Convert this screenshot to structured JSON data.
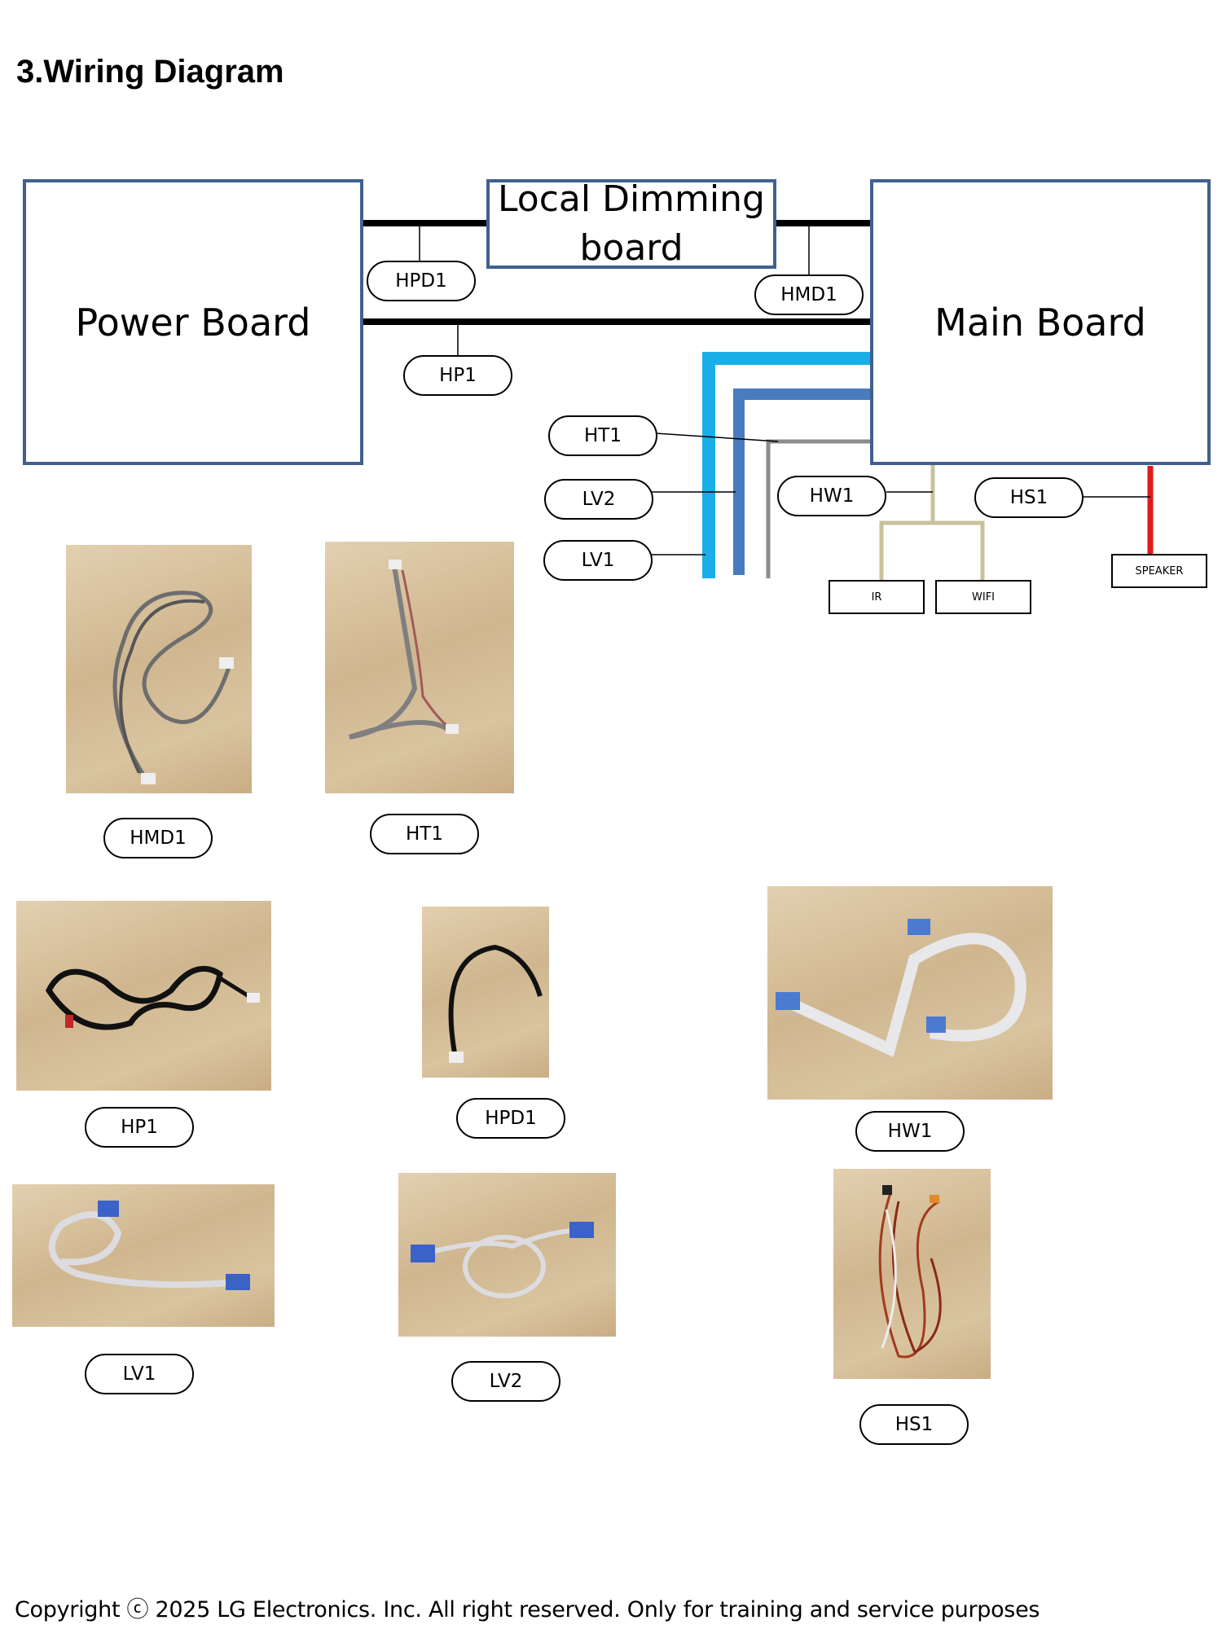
{
  "page_title": "3.Wiring Diagram",
  "boards": {
    "power": "Power Board",
    "local_dimming": "Local Dimming board",
    "main": "Main Board"
  },
  "connectors": {
    "hpd1": "HPD1",
    "hmd1": "HMD1",
    "hp1": "HP1",
    "ht1": "HT1",
    "lv2": "LV2",
    "lv1": "LV1",
    "hw1": "HW1",
    "hs1": "HS1"
  },
  "peripherals": {
    "ir": "IR",
    "wifi": "WIFI",
    "speaker": "SPEAKER"
  },
  "photo_labels": {
    "hmd1": "HMD1",
    "ht1": "HT1",
    "hp1": "HP1",
    "hpd1": "HPD1",
    "hw1": "HW1",
    "lv1": "LV1",
    "lv2": "LV2",
    "hs1": "HS1"
  },
  "colors": {
    "board_border": "#41608f",
    "cable_cyan": "#1aaee8",
    "cable_blue": "#4a7bbf",
    "cable_gray": "#8c8c8c",
    "cable_tan": "#c9c19a",
    "cable_red": "#e01b1b"
  },
  "footer": "Copyright ⓒ 2025 LG Electronics. Inc. All right reserved. Only for training and service purposes"
}
